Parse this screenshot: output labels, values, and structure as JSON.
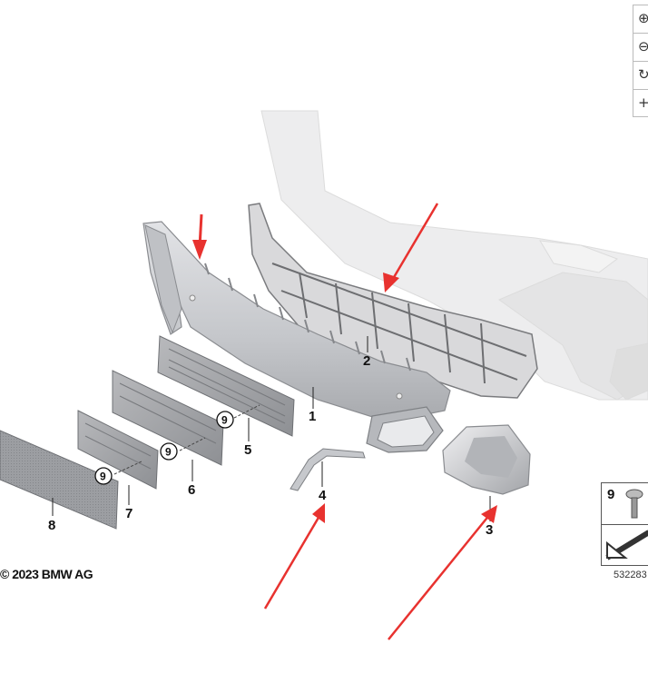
{
  "toolbar": {
    "zoom_in_icon": "⊕",
    "zoom_out_icon": "⊖",
    "rotate_icon": "↻",
    "pan_icon": "+"
  },
  "callouts": {
    "c1": "1",
    "c2": "2",
    "c3": "3",
    "c4": "4",
    "c5": "5",
    "c6": "6",
    "c7": "7",
    "c8": "8",
    "c9a": "9",
    "c9b": "9",
    "c9c": "9"
  },
  "legend": {
    "number": "9"
  },
  "copyright": "© 2023 BMW AG",
  "part_code": "532283",
  "colors": {
    "arrow": "#e8322f",
    "part_fill": "#c9cbcf",
    "ghost": "#e6e6e6"
  }
}
